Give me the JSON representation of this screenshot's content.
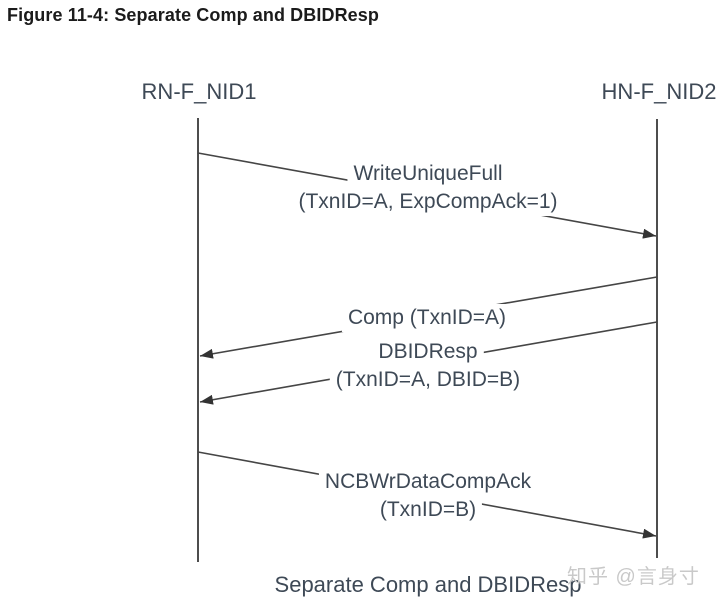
{
  "figure": {
    "title": "Figure 11-4: Separate Comp and DBIDResp",
    "caption": "Separate Comp and DBIDResp"
  },
  "diagram": {
    "type": "sequence-diagram",
    "lifelines": [
      {
        "label": "RN-F_NID1"
      },
      {
        "label": "HN-F_NID2"
      }
    ],
    "messages": [
      {
        "line1": "WriteUniqueFull",
        "line2": "(TxnID=A, ExpCompAck=1)",
        "from": "RN-F_NID1",
        "to": "HN-F_NID2",
        "direction": "right"
      },
      {
        "line1": "Comp (TxnID=A)",
        "line2": "",
        "from": "HN-F_NID2",
        "to": "RN-F_NID1",
        "direction": "left"
      },
      {
        "line1": "DBIDResp",
        "line2": "(TxnID=A, DBID=B)",
        "from": "HN-F_NID2",
        "to": "RN-F_NID1",
        "direction": "left"
      },
      {
        "line1": "NCBWrDataCompAck",
        "line2": "(TxnID=B)",
        "from": "RN-F_NID1",
        "to": "HN-F_NID2",
        "direction": "right"
      }
    ]
  },
  "watermark": {
    "text": "知乎 @言身寸"
  },
  "colors": {
    "background": "#ffffff",
    "title_text": "#1b1b1b",
    "diagram_text": "#3e4956",
    "line": "#454545",
    "arrowhead": "#333333",
    "watermark_text": "#c9c9c9"
  }
}
